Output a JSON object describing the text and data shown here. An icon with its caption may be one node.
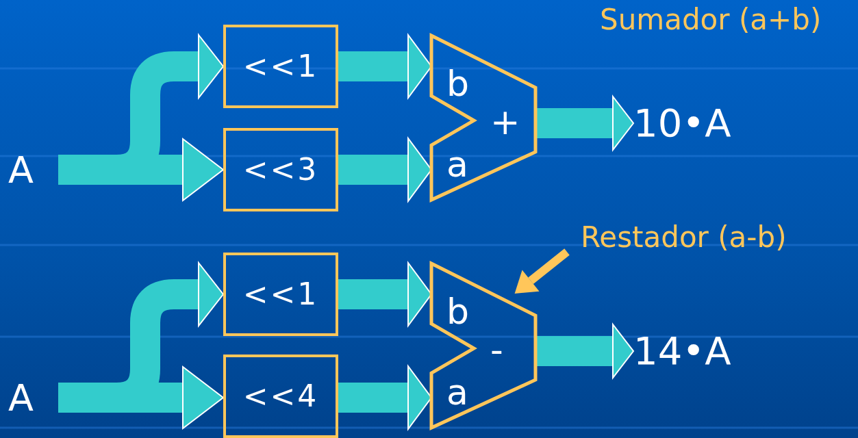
{
  "diagram": {
    "nodes": [
      {
        "text": [
          "A"
        ]
      },
      {
        "text": [
          "<<1"
        ]
      },
      {
        "text": [
          "<<3"
        ]
      },
      {
        "text": [
          "b",
          "+",
          "a"
        ]
      },
      {
        "text": [
          "10•A"
        ]
      },
      {
        "text": [
          "A"
        ]
      },
      {
        "text": [
          "<<1"
        ]
      },
      {
        "text": [
          "<<4"
        ]
      },
      {
        "text": [
          "b",
          "-",
          "a"
        ]
      },
      {
        "text": [
          "14•A"
        ]
      },
      {
        "text": [
          "Restador (a-b)"
        ]
      }
    ],
    "edges": [
      {
        "from": 0,
        "to": 1,
        "arrow": "to"
      },
      {
        "from": 0,
        "to": 2,
        "arrow": "to"
      },
      {
        "from": 1,
        "to": 3,
        "arrow": "to"
      },
      {
        "from": 2,
        "to": 3,
        "arrow": "to"
      },
      {
        "from": 3,
        "to": 4,
        "arrow": "to"
      },
      {
        "from": 5,
        "to": 6,
        "arrow": "to"
      },
      {
        "from": 5,
        "to": 7,
        "arrow": "to"
      },
      {
        "from": 6,
        "to": 8,
        "arrow": "to"
      },
      {
        "from": 7,
        "to": 8,
        "arrow": "to"
      },
      {
        "from": 8,
        "to": 9,
        "arrow": "to"
      },
      {
        "from": 10,
        "to": 8,
        "arrow": "to",
        "color": "#ffc65a"
      }
    ],
    "labels": [
      "Sumador (a+b)"
    ]
  }
}
